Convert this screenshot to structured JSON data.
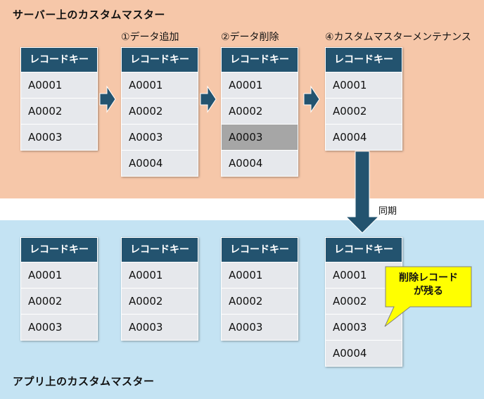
{
  "server": {
    "title": "サーバー上のカスタムマスター",
    "tables": [
      {
        "header": "レコードキー",
        "rows": [
          "A0001",
          "A0002",
          "A0003"
        ]
      },
      {
        "label": "①データ追加",
        "header": "レコードキー",
        "rows": [
          "A0001",
          "A0002",
          "A0003",
          "A0004"
        ]
      },
      {
        "label": "②データ削除",
        "header": "レコードキー",
        "rows": [
          "A0001",
          "A0002",
          "A0003",
          "A0004"
        ]
      },
      {
        "label": "④カスタムマスターメンテナンス",
        "header": "レコードキー",
        "rows": [
          "A0001",
          "A0002",
          "A0004"
        ]
      }
    ]
  },
  "sync": {
    "label": "同期"
  },
  "app": {
    "title": "アプリ上のカスタムマスター",
    "tables": [
      {
        "header": "レコードキー",
        "rows": [
          "A0001",
          "A0002",
          "A0003"
        ]
      },
      {
        "header": "レコードキー",
        "rows": [
          "A0001",
          "A0002",
          "A0003"
        ]
      },
      {
        "header": "レコードキー",
        "rows": [
          "A0001",
          "A0002",
          "A0003"
        ]
      },
      {
        "header": "レコードキー",
        "rows": [
          "A0001",
          "A0002",
          "A0003",
          "A0004"
        ]
      }
    ]
  },
  "callout": {
    "line1": "削除レコード",
    "line2": "が残る"
  },
  "colors": {
    "server_band": "#f6c7a9",
    "app_band": "#c4e3f3",
    "table_header": "#23536f",
    "table_row": "#e6e8ec",
    "deleted_row": "#a6a6a6",
    "arrow": "#23536f",
    "callout": "#ffff00"
  }
}
